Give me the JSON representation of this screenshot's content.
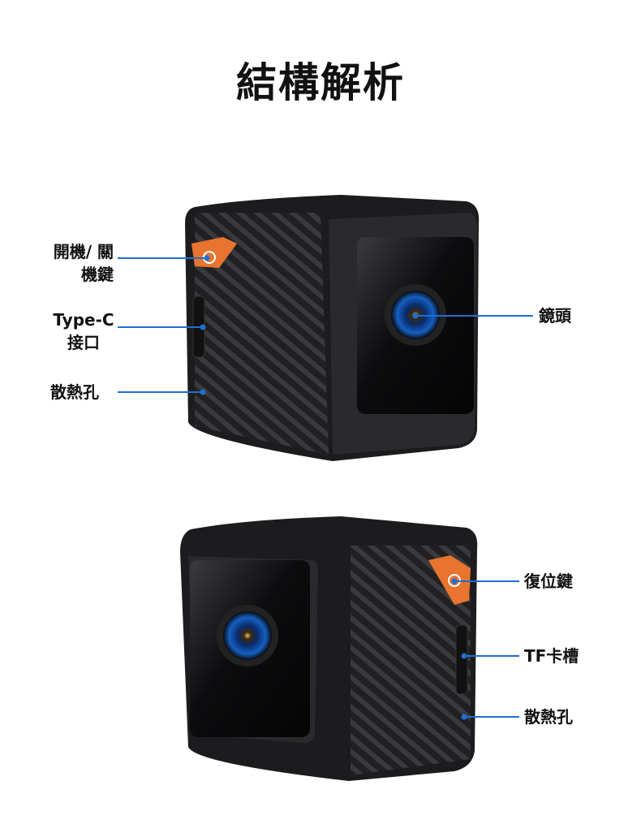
{
  "title": "結構解析",
  "labels": {
    "power_line1": "開機/ 關",
    "power_line2": "機鍵",
    "typec_line1": "Type-C",
    "typec_line2": "接口",
    "vent_top": "散熱孔",
    "lens": "鏡頭",
    "reset": "復位鍵",
    "tf_slot": "TF卡槽",
    "vent_bottom": "散熱孔"
  },
  "colors": {
    "leader_line": "#1f6fd1",
    "accent_button": "#e8742f",
    "body": "#1c1c1e"
  }
}
